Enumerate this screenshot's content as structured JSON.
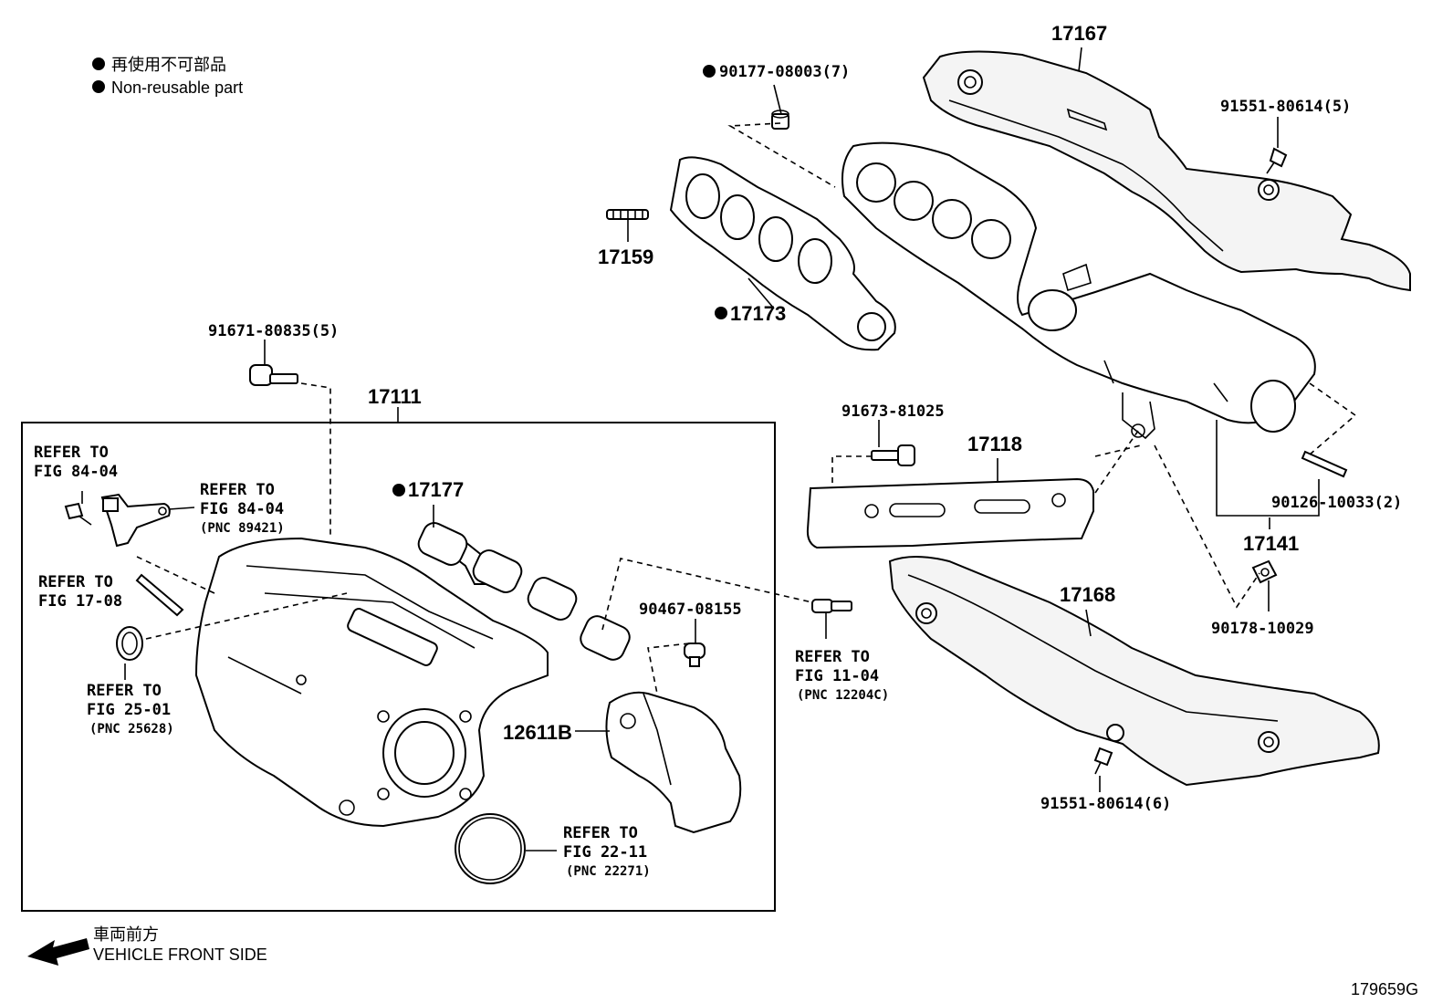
{
  "legend": {
    "jp": "再使用不可部品",
    "en": "Non-reusable part"
  },
  "front_side": {
    "jp": "車両前方",
    "en": "VEHICLE FRONT SIDE"
  },
  "figure_id": "179659G",
  "parts": {
    "p17167": "17167",
    "p90177": "90177-08003(7)",
    "p91551a": "91551-80614(5)",
    "p17159": "17159",
    "p17173": "17173",
    "p91671": "91671-80835(5)",
    "p17111": "17111",
    "p91673": "91673-81025",
    "p17118": "17118",
    "p90126": "90126-10033(2)",
    "p17141": "17141",
    "p17168": "17168",
    "p90178": "90178-10029",
    "p17177": "17177",
    "p90467": "90467-08155",
    "p12611B": "12611B",
    "p91551b": "91551-80614(6)"
  },
  "refs": {
    "r1": {
      "l1": "REFER TO",
      "l2": "FIG 84-04",
      "l3": ""
    },
    "r2": {
      "l1": "REFER TO",
      "l2": "FIG 84-04",
      "l3": "(PNC 89421)"
    },
    "r3": {
      "l1": "REFER TO",
      "l2": "FIG 17-08",
      "l3": ""
    },
    "r4": {
      "l1": "REFER TO",
      "l2": "FIG 25-01",
      "l3": "(PNC 25628)"
    },
    "r5": {
      "l1": "REFER TO",
      "l2": "FIG 11-04",
      "l3": "(PNC 12204C)"
    },
    "r6": {
      "l1": "REFER TO",
      "l2": "FIG 22-11",
      "l3": "(PNC 22271)"
    }
  }
}
